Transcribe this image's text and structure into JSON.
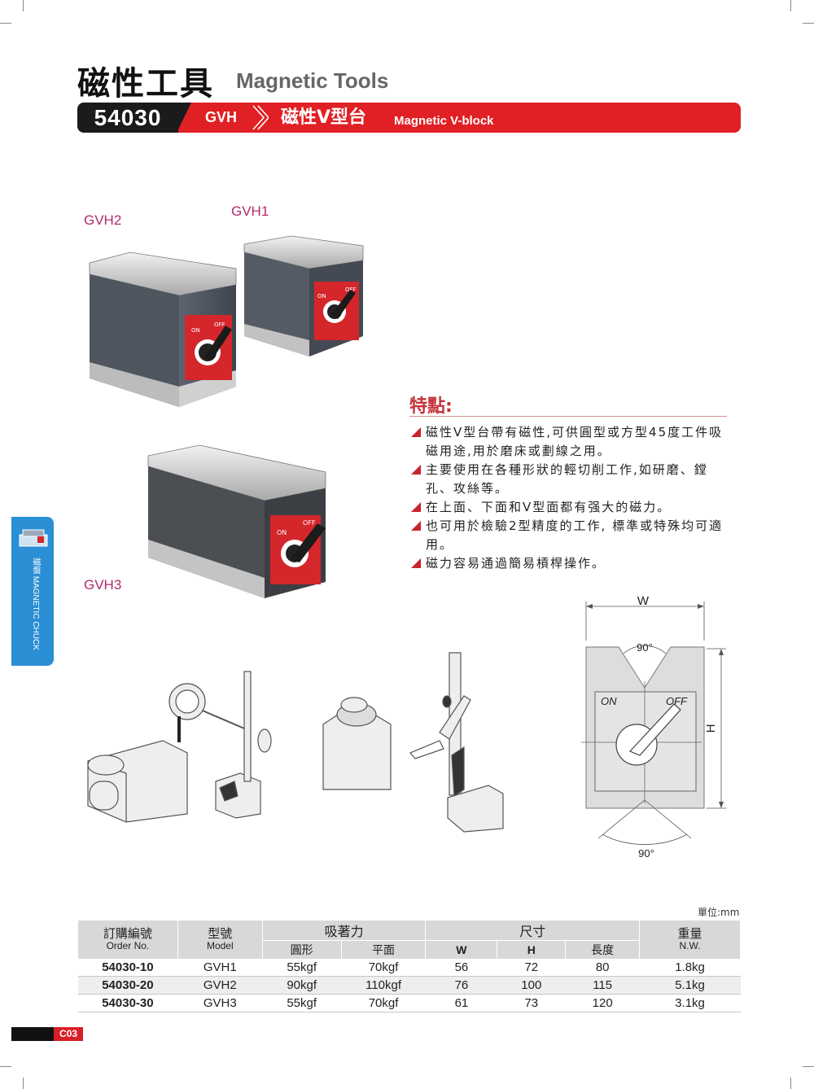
{
  "header": {
    "title_cn": "磁性工具",
    "title_en": "Magnetic Tools",
    "code": "54030",
    "series": "GVH",
    "product_cn": "磁性V型台",
    "product_en": "Magnetic V-block"
  },
  "photos": {
    "gvh2": "GVH2",
    "gvh1": "GVH1",
    "gvh3": "GVH3",
    "switch_on": "ON",
    "switch_off": "OFF"
  },
  "side_tab": {
    "text": "磁盤 MAGNETIC CHUCK"
  },
  "features": {
    "title": "特點:",
    "items": [
      "磁性V型台帶有磁性,可供圓型或方型45度工件吸磁用途,用於磨床或劃線之用。",
      "主要使用在各種形狀的輕切削工作,如研磨、鏜孔、攻絲等。",
      "在上面、下面和V型面都有强大的磁力。",
      "也可用於檢驗2型精度的工作, 標準或特殊均可適用。",
      "磁力容易通過簡易槓桿操作。"
    ]
  },
  "diagram": {
    "w": "W",
    "h": "H",
    "angle_top": "90°",
    "angle_bottom": "90°",
    "on": "ON",
    "off": "OFF"
  },
  "table": {
    "unit": "單位:mm",
    "h_order_cn": "訂購編號",
    "h_order_en": "Order No.",
    "h_model_cn": "型號",
    "h_model_en": "Model",
    "h_force": "吸著力",
    "h_round": "圓形",
    "h_flat": "平面",
    "h_size": "尺寸",
    "h_w": "W",
    "h_h": "H",
    "h_len": "長度",
    "h_weight_cn": "重量",
    "h_weight_en": "N.W.",
    "rows": [
      [
        "54030-10",
        "GVH1",
        "55kgf",
        "70kgf",
        "56",
        "72",
        "80",
        "1.8kg"
      ],
      [
        "54030-20",
        "GVH2",
        "90kgf",
        "110kgf",
        "76",
        "100",
        "115",
        "5.1kg"
      ],
      [
        "54030-30",
        "GVH3",
        "55kgf",
        "70kgf",
        "61",
        "73",
        "120",
        "3.1kg"
      ]
    ]
  },
  "page": "C03"
}
